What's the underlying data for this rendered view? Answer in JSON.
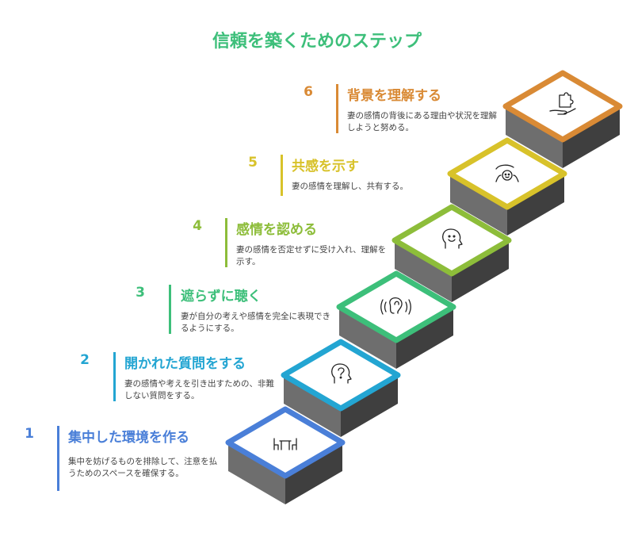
{
  "title": "信頼を築くためのステップ",
  "steps": [
    {
      "number": "1",
      "heading": "集中した環境を作る",
      "description": "集中を妨げるものを排除して、注意を払うためのスペースを確保する。",
      "color": "#4a7fd8",
      "icon": "table-chairs-icon"
    },
    {
      "number": "2",
      "heading": "開かれた質問をする",
      "description": "妻の感情や考えを引き出すための、非難しない質問をする。",
      "color": "#23a5d2",
      "icon": "thinking-head-icon"
    },
    {
      "number": "3",
      "heading": "遮らずに聴く",
      "description": "妻が自分の考えや感情を完全に表現できるようにする。",
      "color": "#3dbf7a",
      "icon": "ear-icon"
    },
    {
      "number": "4",
      "heading": "感情を認める",
      "description": "妻の感情を否定せずに受け入れ、理解を示す。",
      "color": "#8dbd3a",
      "icon": "smiling-head-icon"
    },
    {
      "number": "5",
      "heading": "共感を示す",
      "description": "妻の感情を理解し、共有する。",
      "color": "#d8c22a",
      "icon": "hands-person-icon"
    },
    {
      "number": "6",
      "heading": "背景を理解する",
      "description": "妻の感情の背後にある理由や状況を理解しようと努める。",
      "color": "#d98a35",
      "icon": "puzzle-hand-icon"
    }
  ]
}
